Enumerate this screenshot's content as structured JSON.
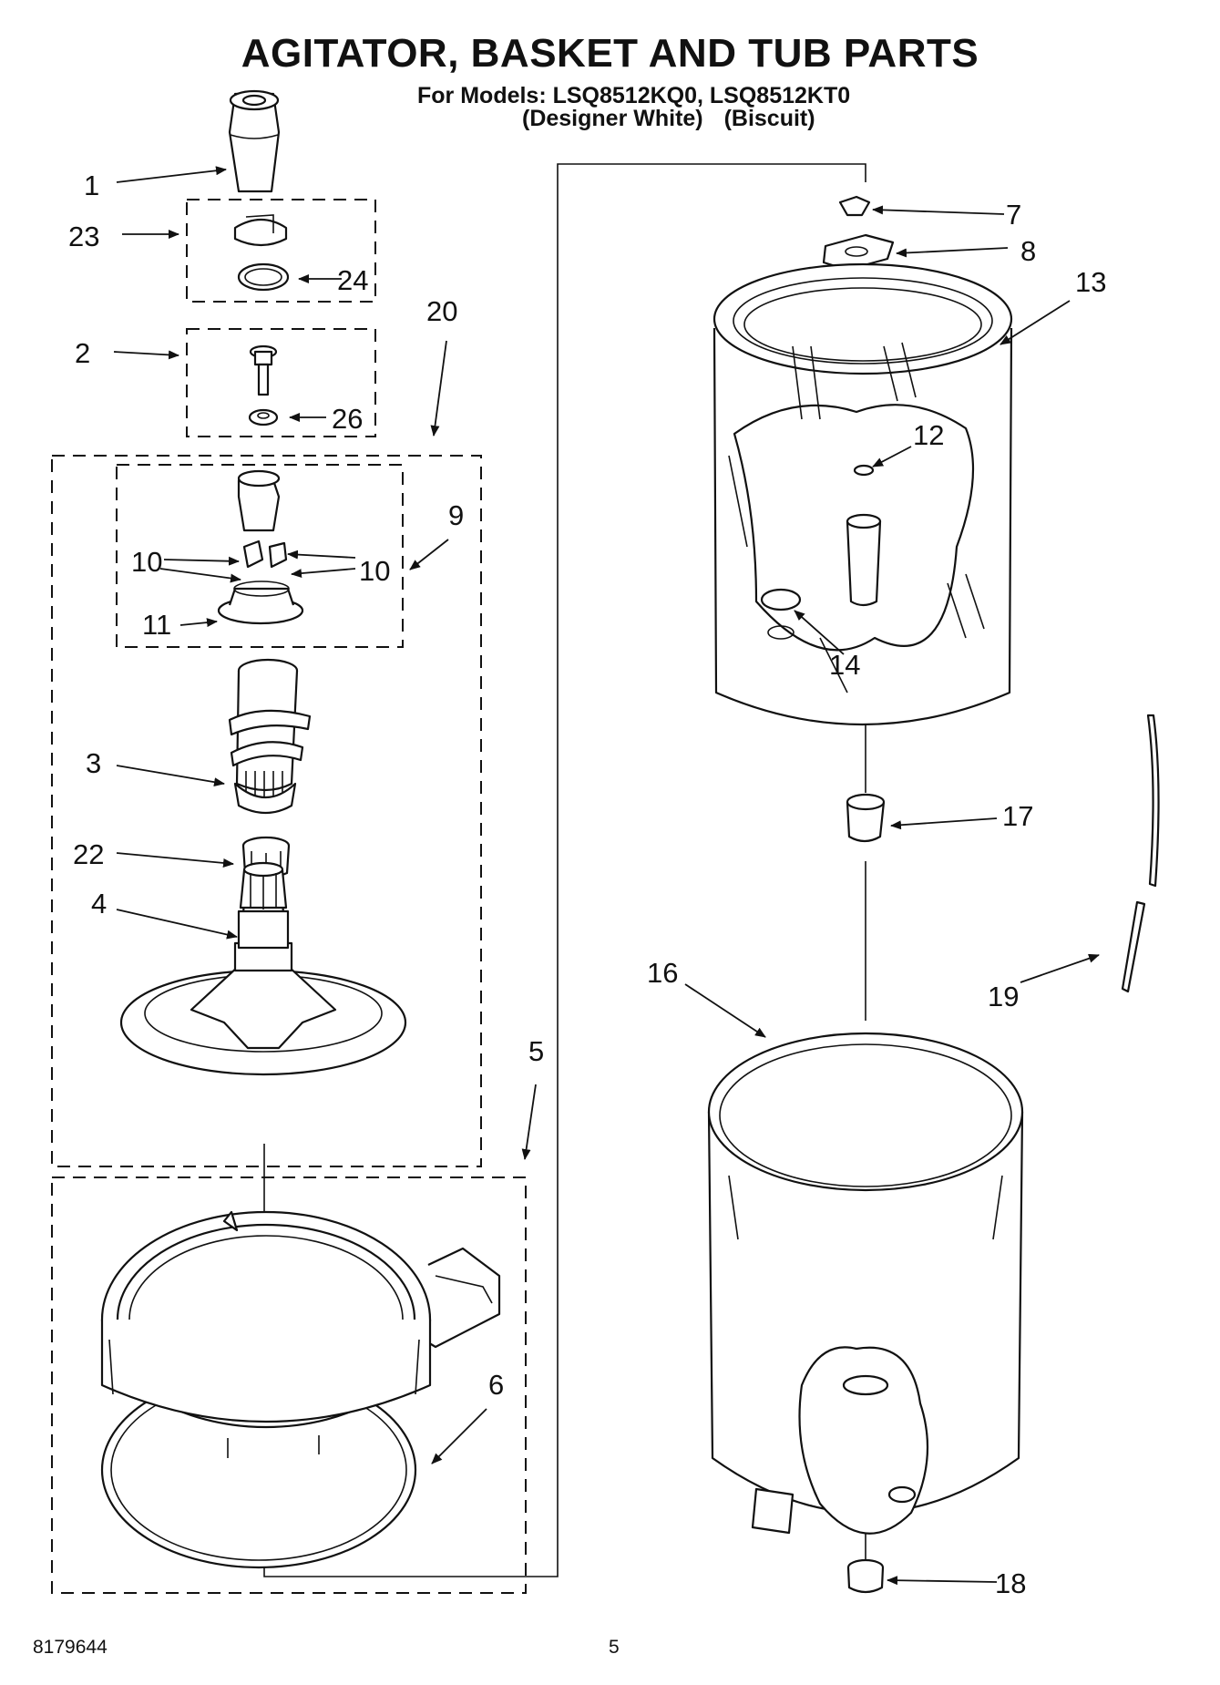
{
  "header": {
    "title": "AGITATOR, BASKET AND TUB PARTS",
    "models_line": "For Models: LSQ8512KQ0, LSQ8512KT0",
    "color_1": "(Designer White)",
    "color_2": "(Biscuit)"
  },
  "footer": {
    "doc_number": "8179644",
    "page_number": "5"
  },
  "callouts": {
    "c1": "1",
    "c2": "2",
    "c3": "3",
    "c4": "4",
    "c5": "5",
    "c6": "6",
    "c7": "7",
    "c8": "8",
    "c9": "9",
    "c10a": "10",
    "c10b": "10",
    "c11": "11",
    "c12": "12",
    "c13": "13",
    "c14": "14",
    "c16": "16",
    "c17": "17",
    "c18": "18",
    "c19": "19",
    "c20": "20",
    "c22": "22",
    "c23": "23",
    "c24": "24",
    "c26": "26"
  }
}
